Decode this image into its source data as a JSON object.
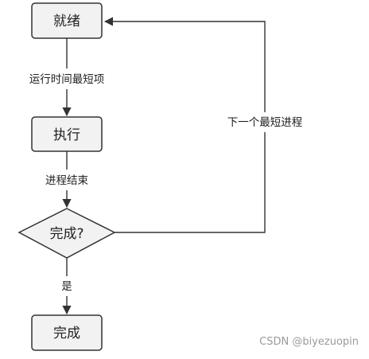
{
  "diagram": {
    "nodes": {
      "ready": {
        "label": "就绪",
        "shape": "rounded-rectangle"
      },
      "execute": {
        "label": "执行",
        "shape": "rounded-rectangle"
      },
      "done_check": {
        "label": "完成?",
        "shape": "diamond"
      },
      "done": {
        "label": "完成",
        "shape": "rounded-rectangle"
      }
    },
    "edges": {
      "ready_to_execute": {
        "label": "运行时间最短项"
      },
      "execute_to_check": {
        "label": "进程结束"
      },
      "check_to_done": {
        "label": "是"
      },
      "check_to_ready": {
        "label": "下一个最短进程"
      }
    },
    "colors": {
      "node_fill": "#f2f2f2",
      "stroke": "#333333",
      "text": "#222222",
      "background": "#ffffff"
    }
  },
  "watermark": {
    "text": "CSDN @biyezuopin"
  }
}
